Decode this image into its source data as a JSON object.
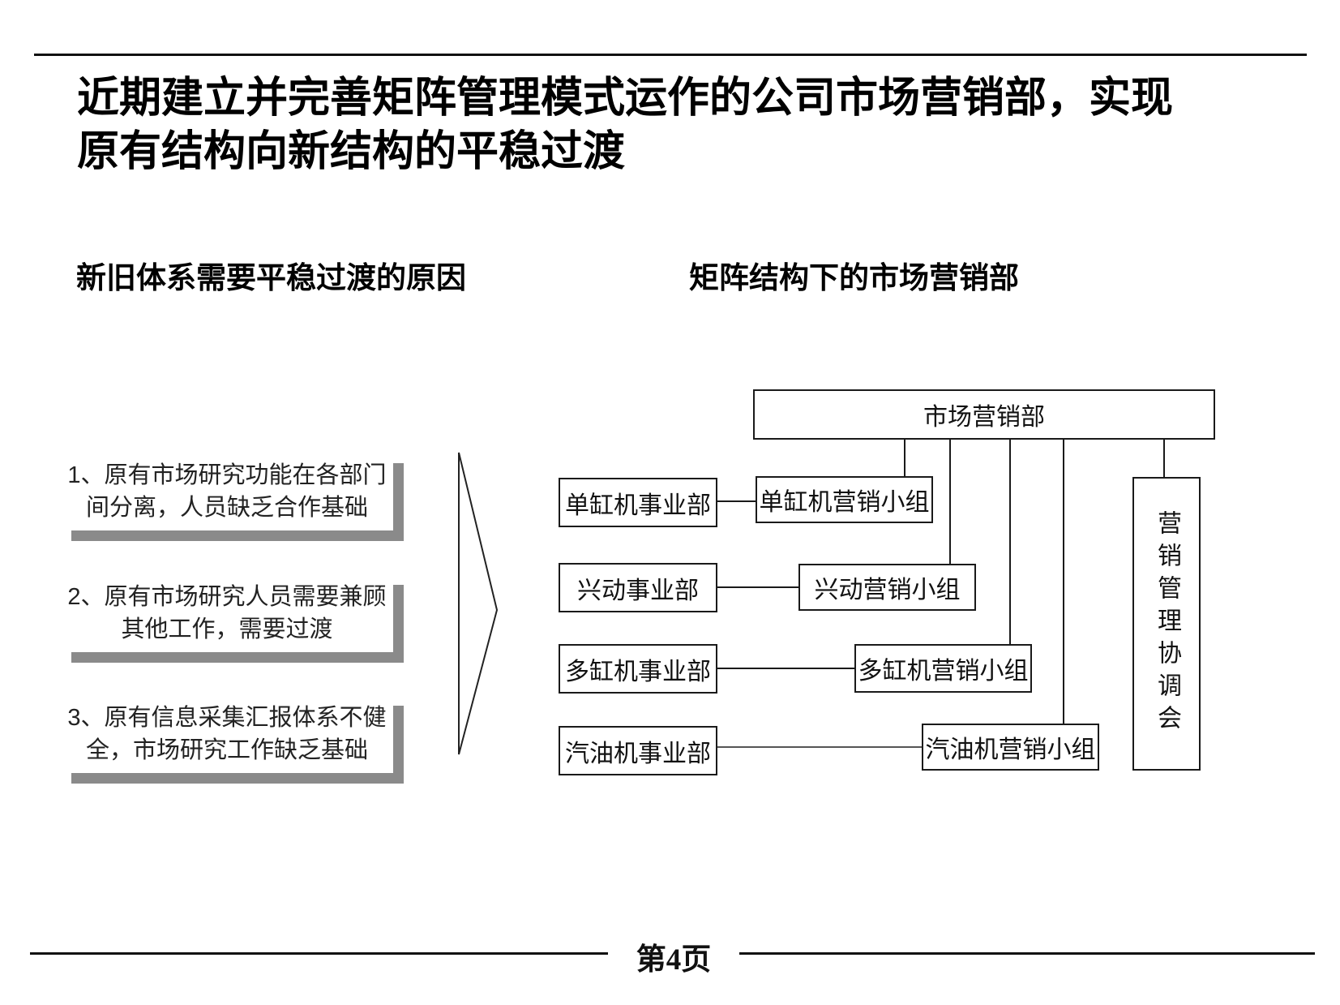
{
  "slide": {
    "title": "近期建立并完善矩阵管理模式运作的公司市场营销部，实现原有结构向新结构的平稳过渡",
    "footer": {
      "page_label": "第4页"
    }
  },
  "left_panel": {
    "heading": "新旧体系需要平稳过渡的原因",
    "reasons": [
      {
        "text": "1、原有市场研究功能在各部门间分离，人员缺乏合作基础"
      },
      {
        "text": "2、原有市场研究人员需要兼顾其他工作，需要过渡"
      },
      {
        "text": "3、原有信息采集汇报体系不健全，市场研究工作缺乏基础"
      }
    ]
  },
  "right_panel": {
    "heading": "矩阵结构下的市场营销部",
    "org_chart": {
      "root": "市场营销部",
      "rows": [
        {
          "department": "单缸机事业部",
          "marketing_group": "单缸机营销小组"
        },
        {
          "department": "兴动事业部",
          "marketing_group": "兴动营销小组"
        },
        {
          "department": "多缸机事业部",
          "marketing_group": "多缸机营销小组"
        },
        {
          "department": "汽油机事业部",
          "marketing_group": "汽油机营销小组"
        }
      ],
      "side_box": "营销管理协调会"
    }
  },
  "colors": {
    "background": "#ffffff",
    "text": "#111111",
    "border": "#1a1a1a",
    "shadow": "#8a8a8a"
  }
}
